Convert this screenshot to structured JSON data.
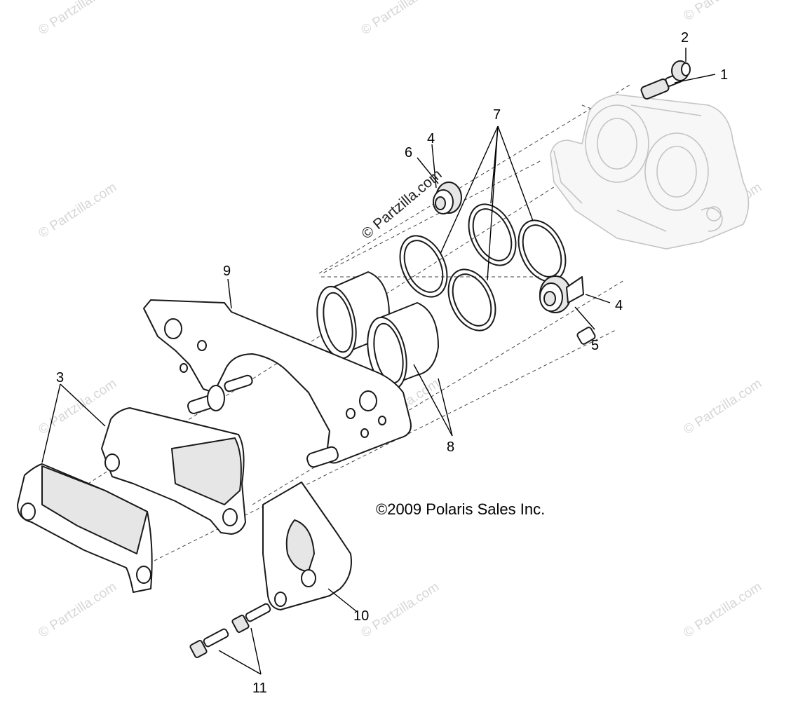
{
  "diagram": {
    "copyright": "©2009 Polaris Sales Inc.",
    "watermark_main": "© Partzilla.com",
    "watermark_repeat": "© Partzilla.com",
    "callouts": {
      "c1": "1",
      "c2": "2",
      "c3": "3",
      "c4a": "4",
      "c4b": "4",
      "c5": "5",
      "c6": "6",
      "c7": "7",
      "c8": "8",
      "c9": "9",
      "c10": "10",
      "c11": "11"
    }
  }
}
